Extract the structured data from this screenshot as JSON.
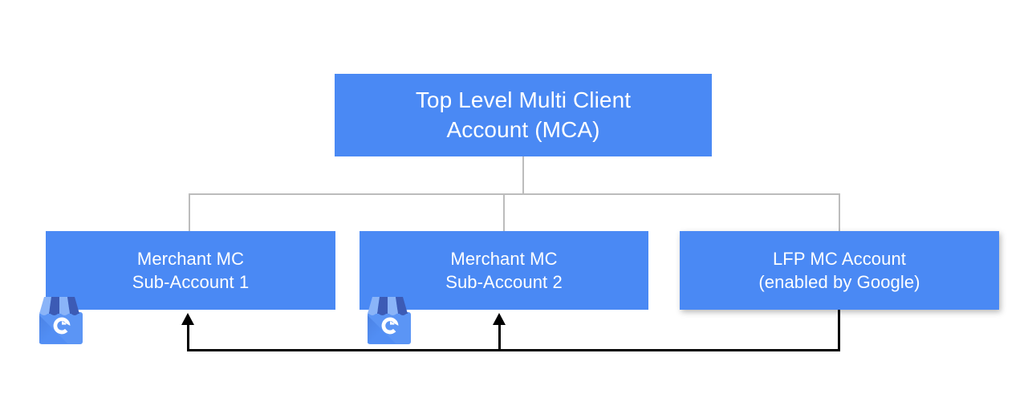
{
  "diagram": {
    "title": "Google Merchant Center account hierarchy with LFP feedback",
    "colors": {
      "node_fill": "#4a89f4",
      "node_text": "#ffffff",
      "tree_connector": "#bcbcbc",
      "feedback_connector": "#000000",
      "background": "#ffffff"
    },
    "nodes": [
      {
        "id": "mca",
        "line1": "Top Level Multi Client",
        "line2": "Account (MCA)",
        "icon": null
      },
      {
        "id": "merchant-1",
        "line1": "Merchant MC",
        "line2": "Sub-Account 1",
        "icon": "google-my-business-storefront-icon"
      },
      {
        "id": "merchant-2",
        "line1": "Merchant MC",
        "line2": "Sub-Account 2",
        "icon": "google-my-business-storefront-icon"
      },
      {
        "id": "lfp",
        "line1": "LFP MC Account",
        "line2": "(enabled by Google)",
        "icon": null
      }
    ],
    "connectors": {
      "tree": "MCA branches down to Merchant Sub-Account 1, Merchant Sub-Account 2 and LFP MC Account",
      "feedback": "LFP MC Account feeds back with arrows into Merchant Sub-Account 1 and Merchant Sub-Account 2"
    }
  }
}
